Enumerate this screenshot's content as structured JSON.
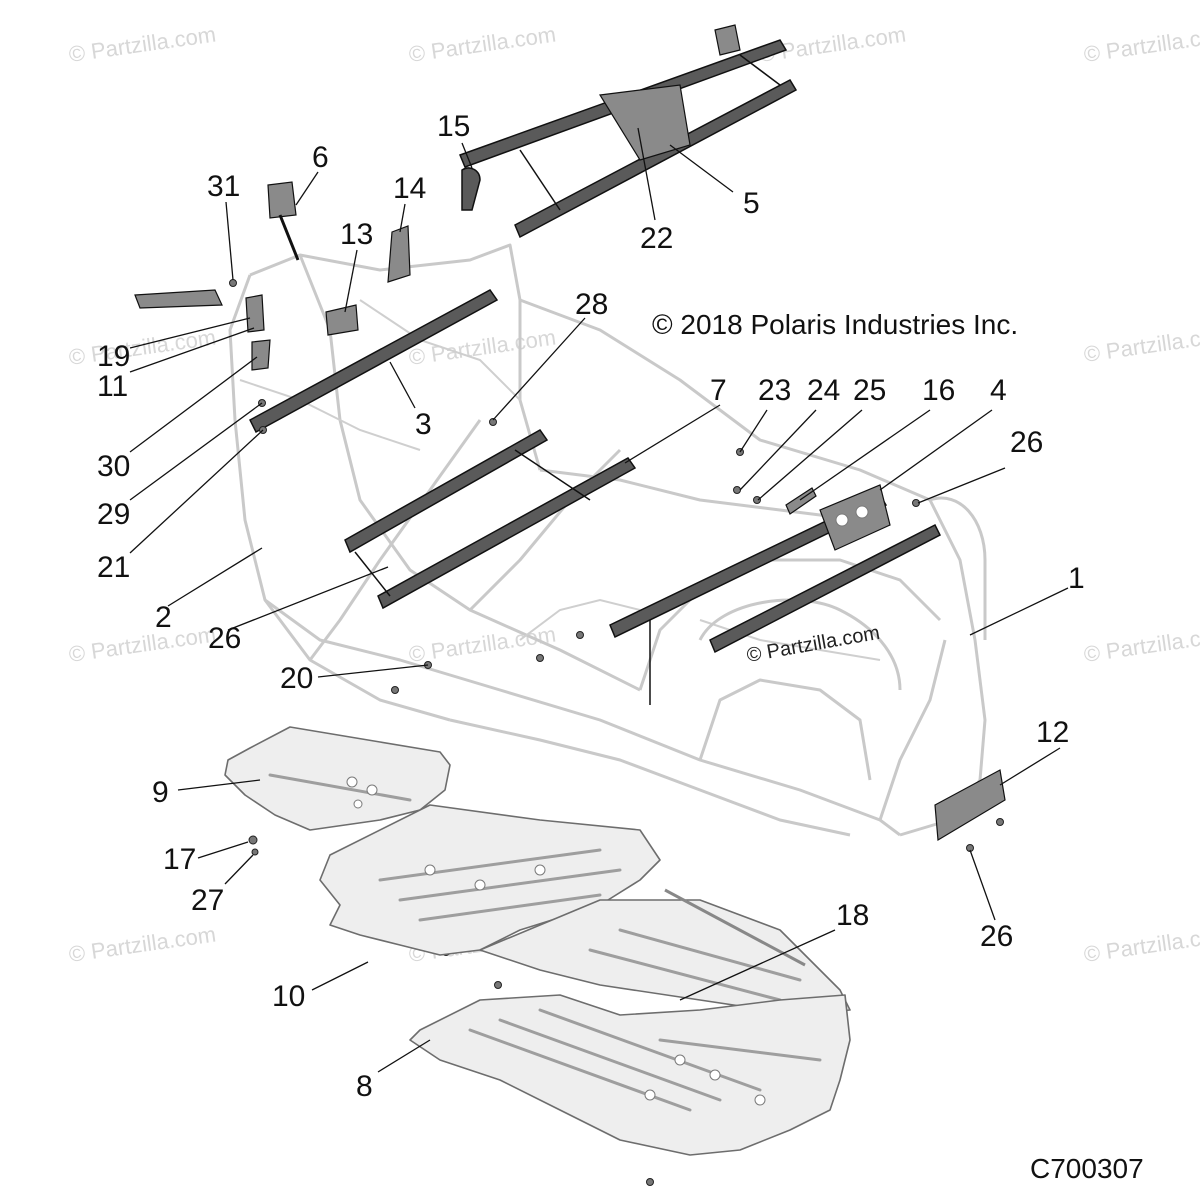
{
  "copyright": "© 2018 Polaris Industries Inc.",
  "drawing_id": "C700307",
  "watermarks": [
    "© Partzilla.com",
    "© Partzilla.com",
    "© Partzilla.com",
    "© Partzilla.com",
    "© Partzilla.com",
    "© Partzilla.com",
    "© Partzilla.com",
    "© Partzilla.com",
    "© Partzilla.com",
    "© Partzilla.com",
    "© Partzilla.com",
    "© Partzilla.com",
    "© Partzilla.com"
  ],
  "callouts": [
    "15",
    "6",
    "31",
    "14",
    "13",
    "5",
    "22",
    "28",
    "19",
    "11",
    "30",
    "3",
    "29",
    "21",
    "2",
    "26",
    "7",
    "23",
    "24",
    "25",
    "16",
    "4",
    "26",
    "1",
    "20",
    "12",
    "9",
    "17",
    "27",
    "10",
    "18",
    "26",
    "8"
  ],
  "parts": {
    "frame": "frame",
    "rails": "rails",
    "skid_plates": "skid plates"
  }
}
